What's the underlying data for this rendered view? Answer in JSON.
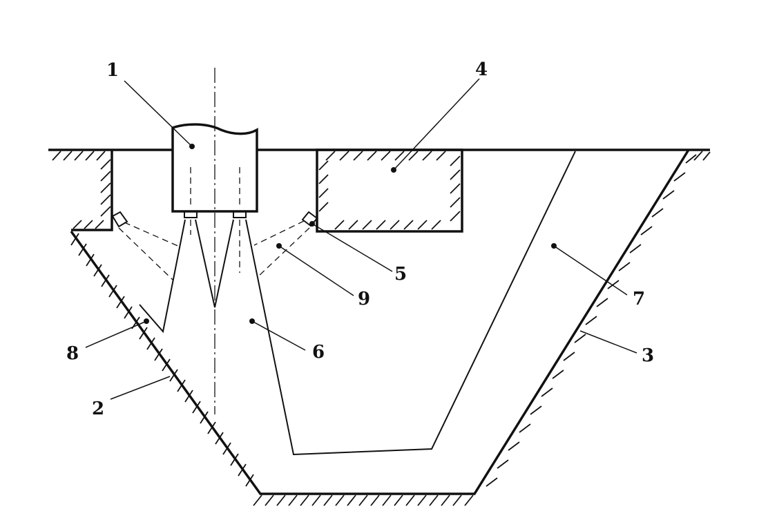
{
  "diagram": {
    "labels": [
      {
        "id": "1",
        "text": "1"
      },
      {
        "id": "2",
        "text": "2"
      },
      {
        "id": "3",
        "text": "3"
      },
      {
        "id": "4",
        "text": "4"
      },
      {
        "id": "5",
        "text": "5"
      },
      {
        "id": "6",
        "text": "6"
      },
      {
        "id": "7",
        "text": "7"
      },
      {
        "id": "8",
        "text": "8"
      },
      {
        "id": "9",
        "text": "9"
      }
    ],
    "colors": {
      "ink": "#111111",
      "background": "#ffffff"
    }
  }
}
